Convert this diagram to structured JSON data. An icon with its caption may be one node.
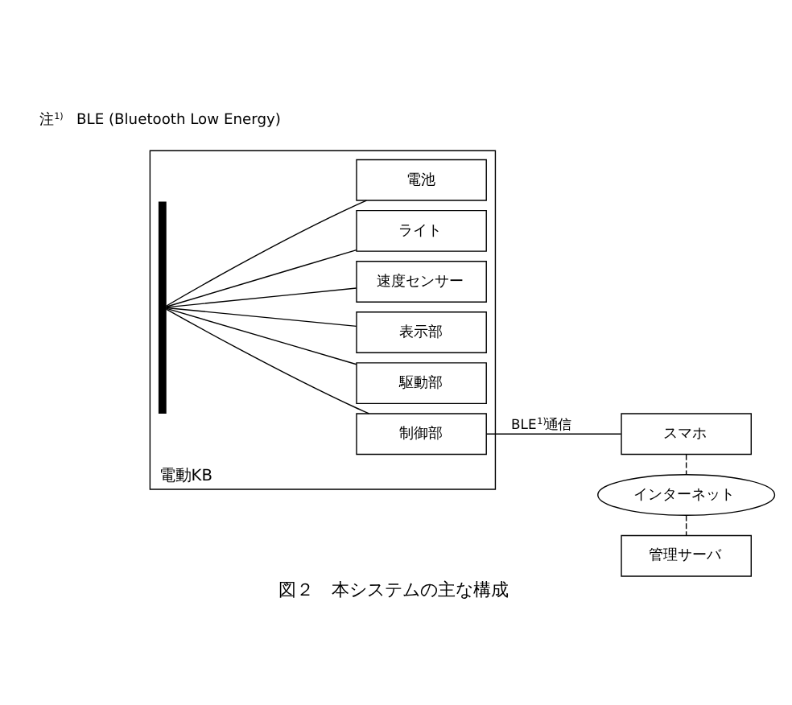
{
  "diagram": {
    "caption": "図２　本システムの主な構成",
    "nodes": [
      {
        "text": [
          "電動KB"
        ]
      },
      {
        "text": [],
        "shape": "bar",
        "in": 0
      },
      {
        "text": [
          "制御部"
        ],
        "in": 0
      },
      {
        "text": [
          "駆動部"
        ],
        "in": 0
      },
      {
        "text": [
          "表示部"
        ],
        "in": 0
      },
      {
        "text": [
          "速度センサー"
        ],
        "in": 0
      },
      {
        "text": [
          "ライト"
        ],
        "in": 0
      },
      {
        "text": [
          "電池"
        ],
        "in": 0
      },
      {
        "text": [
          "スマホ"
        ]
      },
      {
        "text": [
          "インターネット"
        ]
      },
      {
        "text": [
          "管理サーバ"
        ]
      }
    ],
    "edges": [
      {
        "from": 1,
        "to": 2,
        "arrow": "none"
      },
      {
        "from": 1,
        "to": 3,
        "arrow": "none"
      },
      {
        "from": 1,
        "to": 4,
        "arrow": "none"
      },
      {
        "from": 1,
        "to": 5,
        "arrow": "none"
      },
      {
        "from": 1,
        "to": 6,
        "arrow": "none"
      },
      {
        "from": 1,
        "to": 7,
        "arrow": "none"
      },
      {
        "from": 2,
        "to": 8,
        "arrow": "none",
        "label": "BLE$^{1)}$通信"
      },
      {
        "from": 8,
        "to": 9,
        "arrow": "none",
        "style": "dashed"
      },
      {
        "from": 9,
        "to": 10,
        "arrow": "none",
        "style": "dashed"
      }
    ],
    "labels": [
      "注$^{1)}$　BLE (Bluetooth Low Energy)"
    ]
  }
}
